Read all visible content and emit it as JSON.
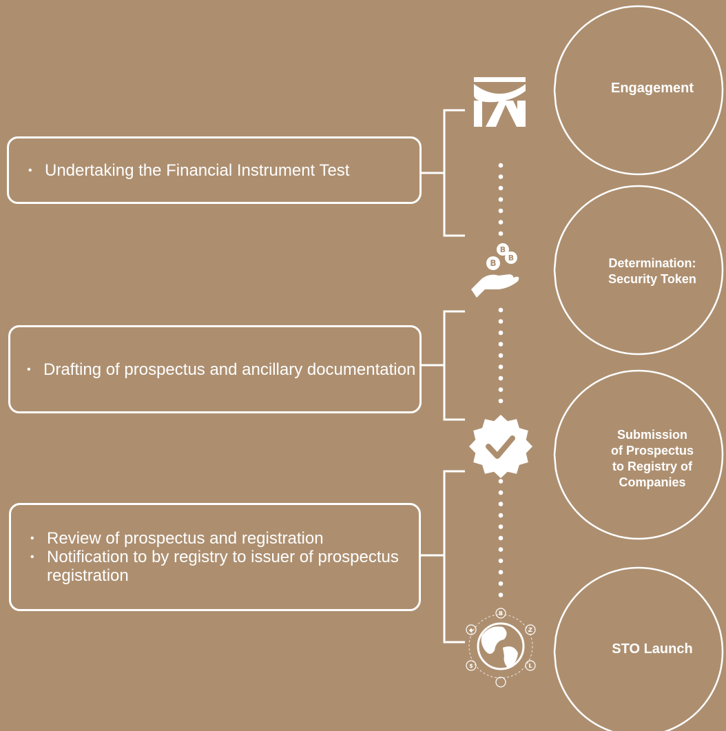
{
  "colors": {
    "background": "#ad8f70",
    "foreground": "#ffffff"
  },
  "tasks": [
    {
      "bullets": [
        "Undertaking the Financial Instrument Test"
      ]
    },
    {
      "bullets": [
        "Drafting of prospectus and ancillary documentation"
      ]
    },
    {
      "bullets": [
        "Review of prospectus and registration",
        "Notification to by registry to issuer of prospectus registration"
      ]
    }
  ],
  "stages": [
    {
      "label_lines": [
        "Engagement"
      ],
      "icon": "law-firm-logo-icon"
    },
    {
      "label_lines": [
        "Determination:",
        "Security Token"
      ],
      "icon": "bitcoin-hand-icon"
    },
    {
      "label_lines": [
        "Submission",
        "of Prospectus",
        "to Registry of",
        "Companies"
      ],
      "icon": "verified-badge-icon"
    },
    {
      "label_lines": [
        "STO Launch"
      ],
      "icon": "globe-crypto-icon"
    }
  ]
}
